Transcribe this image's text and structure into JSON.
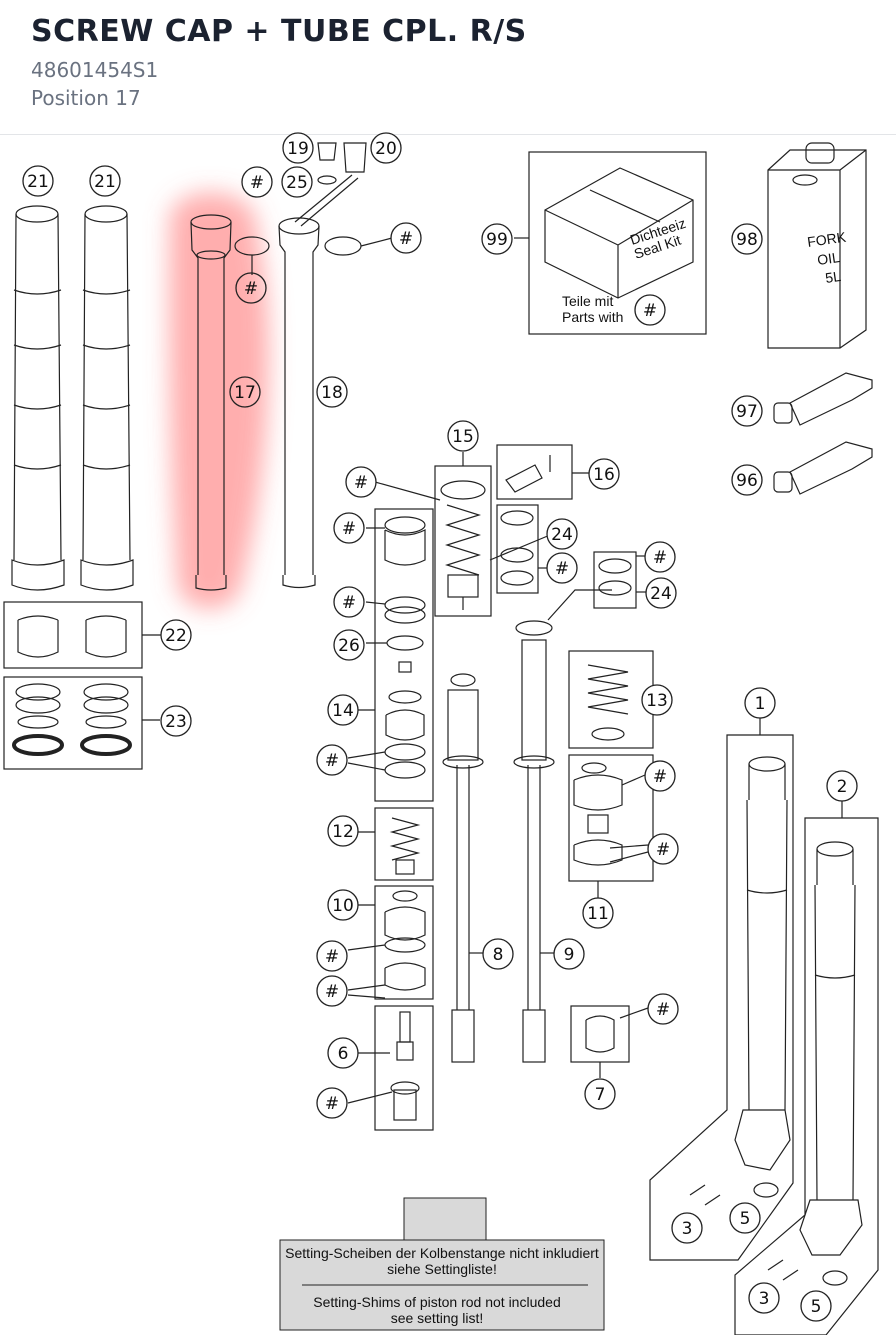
{
  "header": {
    "title": "SCREW CAP + TUBE CPL. R/S",
    "part_number": "48601454S1",
    "position": "Position 17"
  },
  "colors": {
    "highlight": "#ff6b6b",
    "line": "#222222",
    "note_background": "#d9d9d9"
  },
  "callouts": [
    "21",
    "21",
    "19",
    "20",
    "#",
    "25",
    "#",
    "#",
    "17",
    "18",
    "99",
    "98",
    "97",
    "96",
    "15",
    "16",
    "#",
    "#",
    "24",
    "#",
    "#",
    "24",
    "#",
    "26",
    "14",
    "#",
    "13",
    "22",
    "23",
    "1",
    "#",
    "11",
    "#",
    "2",
    "12",
    "10",
    "#",
    "#",
    "8",
    "9",
    "6",
    "#",
    "#",
    "7",
    "8",
    "9",
    "3",
    "5",
    "3",
    "5"
  ],
  "seal_kit": {
    "box_text_de": "Dichteeiz",
    "box_text_en": "Seal Kit",
    "label_de": "Teile mit",
    "label_en": "Parts with",
    "marker": "#"
  },
  "oil_can": {
    "line1": "FORK",
    "line2": "OIL",
    "line3": "5L"
  },
  "note": {
    "de_line1": "Setting-Scheiben der Kolbenstange nicht inkludiert",
    "de_line2": "siehe Settingliste!",
    "en_line1": "Setting-Shims of piston rod not included",
    "en_line2": "see setting list!"
  }
}
